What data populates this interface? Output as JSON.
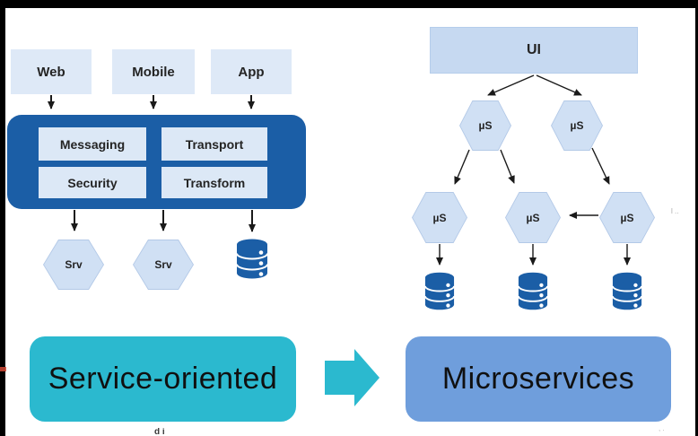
{
  "colors": {
    "frame_black": "#000000",
    "esb_dark_blue": "#1B5EA6",
    "client_box_fill": "#DEE9F7",
    "esb_component_fill": "#DCE8F6",
    "hexagon_fill": "#D0E0F4",
    "hexagon_border": "#B3C9E7",
    "ui_bar_fill": "#C6D9F1",
    "database_blue": "#1B5EA6",
    "teal_accent": "#2BB9CF",
    "microservices_blue": "#6F9EDC",
    "connector_black": "#1A1A1A"
  },
  "soa": {
    "clients": [
      {
        "label": "Web"
      },
      {
        "label": "Mobile"
      },
      {
        "label": "App"
      }
    ],
    "esb_components": [
      {
        "label": "Messaging"
      },
      {
        "label": "Transport"
      },
      {
        "label": "Security"
      },
      {
        "label": "Transform"
      }
    ],
    "services": [
      {
        "label": "Srv"
      },
      {
        "label": "Srv"
      }
    ],
    "caption": "Service-oriented"
  },
  "micro": {
    "ui_label": "UI",
    "level1": [
      {
        "label": "µS"
      },
      {
        "label": "µS"
      }
    ],
    "level2": [
      {
        "label": "µS"
      },
      {
        "label": "µS"
      },
      {
        "label": "µS"
      }
    ],
    "caption": "Microservices"
  },
  "artifacts": {
    "bottom_text_fragment": "d i",
    "right_edge_fragment": "l ..",
    "corner_fragment": ", ."
  }
}
